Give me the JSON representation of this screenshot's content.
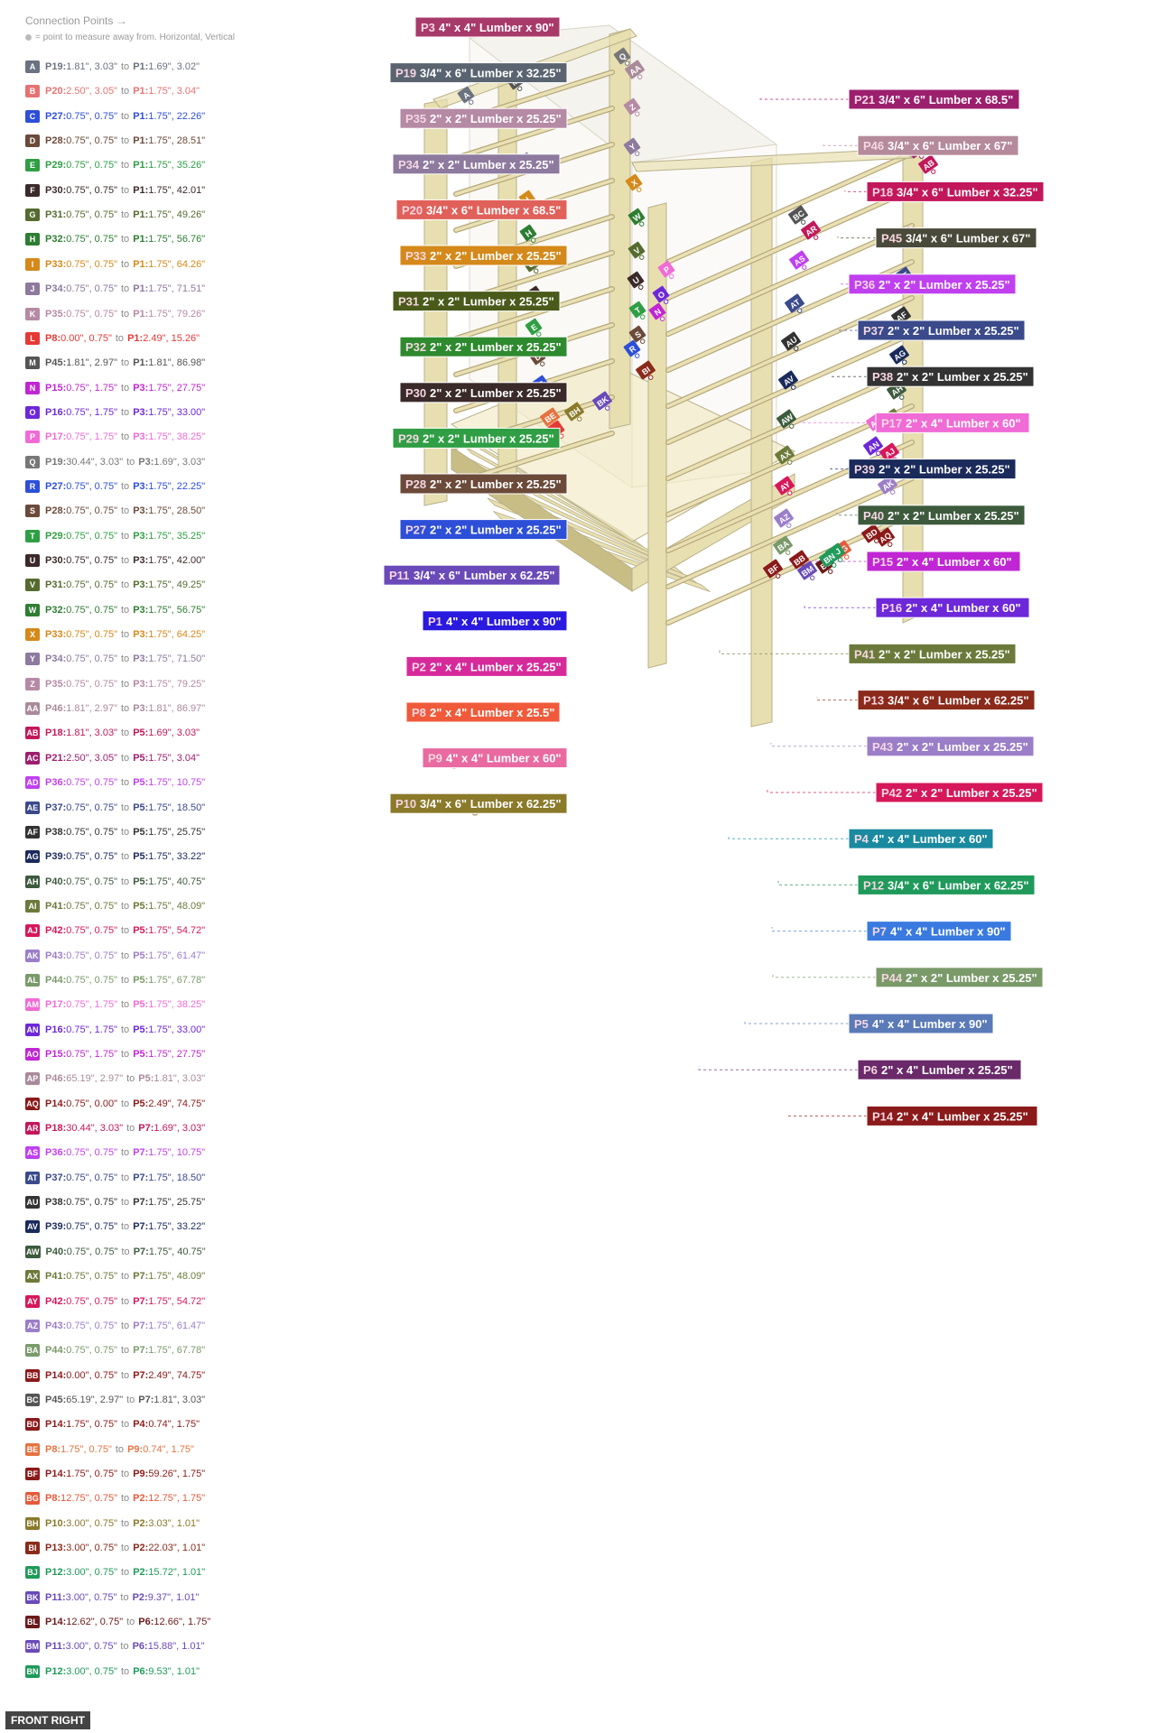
{
  "header": {
    "title": "Connection Points →",
    "note": "= point to measure away from. Horizontal, Vertical"
  },
  "view_label": "FRONT RIGHT",
  "connections": [
    {
      "id": "A",
      "color": "#6b7280",
      "a": "P19:",
      "av": " 1.81\", 3.03\"",
      "b": "P1:",
      "bv": " 1.69\", 3.02\""
    },
    {
      "id": "B",
      "color": "#e57373",
      "a": "P20:",
      "av": " 2.50\", 3.05\"",
      "b": "P1:",
      "bv": " 1.75\", 3.04\""
    },
    {
      "id": "C",
      "color": "#2d4fd8",
      "a": "P27:",
      "av": " 0.75\", 0.75\"",
      "b": "P1:",
      "bv": " 1.75\", 22.26\""
    },
    {
      "id": "D",
      "color": "#6b4a3a",
      "a": "P28:",
      "av": " 0.75\", 0.75\"",
      "b": "P1:",
      "bv": " 1.75\", 28.51\""
    },
    {
      "id": "E",
      "color": "#2f9e44",
      "a": "P29:",
      "av": " 0.75\", 0.75\"",
      "b": "P1:",
      "bv": " 1.75\", 35.26\""
    },
    {
      "id": "F",
      "color": "#3b2a2a",
      "a": "P30:",
      "av": " 0.75\", 0.75\"",
      "b": "P1:",
      "bv": " 1.75\", 42.01\""
    },
    {
      "id": "G",
      "color": "#556b2f",
      "a": "P31:",
      "av": " 0.75\", 0.75\"",
      "b": "P1:",
      "bv": " 1.75\", 49.26\""
    },
    {
      "id": "H",
      "color": "#2e7d32",
      "a": "P32:",
      "av": " 0.75\", 0.75\"",
      "b": "P1:",
      "bv": " 1.75\", 56.76\""
    },
    {
      "id": "I",
      "color": "#d4891a",
      "a": "P33:",
      "av": " 0.75\", 0.75\"",
      "b": "P1:",
      "bv": " 1.75\", 64.26\""
    },
    {
      "id": "J",
      "color": "#8d7a9e",
      "a": "P34:",
      "av": " 0.75\", 0.75\"",
      "b": "P1:",
      "bv": " 1.75\", 71.51\""
    },
    {
      "id": "K",
      "color": "#b58aa5",
      "a": "P35:",
      "av": " 0.75\", 0.75\"",
      "b": "P1:",
      "bv": " 1.75\", 79.26\""
    },
    {
      "id": "L",
      "color": "#e53935",
      "a": "P8:",
      "av": " 0.00\", 0.75\"",
      "b": "P1:",
      "bv": " 2.49\", 15.26\""
    },
    {
      "id": "M",
      "color": "#555555",
      "a": "P45:",
      "av": " 1.81\", 2.97\"",
      "b": "P1:",
      "bv": " 1.81\", 86.98\""
    },
    {
      "id": "N",
      "color": "#c026d3",
      "a": "P15:",
      "av": " 0.75\", 1.75\"",
      "b": "P3:",
      "bv": " 1.75\", 27.75\""
    },
    {
      "id": "O",
      "color": "#6d28d9",
      "a": "P16:",
      "av": " 0.75\", 1.75\"",
      "b": "P3:",
      "bv": " 1.75\", 33.00\""
    },
    {
      "id": "P",
      "color": "#f06bd5",
      "a": "P17:",
      "av": " 0.75\", 1.75\"",
      "b": "P3:",
      "bv": " 1.75\", 38.25\""
    },
    {
      "id": "Q",
      "color": "#777777",
      "a": "P19:",
      "av": " 30.44\", 3.03\"",
      "b": "P3:",
      "bv": " 1.69\", 3.03\""
    },
    {
      "id": "R",
      "color": "#2d4fd8",
      "a": "P27:",
      "av": " 0.75\", 0.75\"",
      "b": "P3:",
      "bv": " 1.75\", 22.25\""
    },
    {
      "id": "S",
      "color": "#6b4a3a",
      "a": "P28:",
      "av": " 0.75\", 0.75\"",
      "b": "P3:",
      "bv": " 1.75\", 28.50\""
    },
    {
      "id": "T",
      "color": "#2f9e44",
      "a": "P29:",
      "av": " 0.75\", 0.75\"",
      "b": "P3:",
      "bv": " 1.75\", 35.25\""
    },
    {
      "id": "U",
      "color": "#3b2a2a",
      "a": "P30:",
      "av": " 0.75\", 0.75\"",
      "b": "P3:",
      "bv": " 1.75\", 42.00\""
    },
    {
      "id": "V",
      "color": "#556b2f",
      "a": "P31:",
      "av": " 0.75\", 0.75\"",
      "b": "P3:",
      "bv": " 1.75\", 49.25\""
    },
    {
      "id": "W",
      "color": "#2e7d32",
      "a": "P32:",
      "av": " 0.75\", 0.75\"",
      "b": "P3:",
      "bv": " 1.75\", 56.75\""
    },
    {
      "id": "X",
      "color": "#d4891a",
      "a": "P33:",
      "av": " 0.75\", 0.75\"",
      "b": "P3:",
      "bv": " 1.75\", 64.25\""
    },
    {
      "id": "Y",
      "color": "#8d7a9e",
      "a": "P34:",
      "av": " 0.75\", 0.75\"",
      "b": "P3:",
      "bv": " 1.75\", 71.50\""
    },
    {
      "id": "Z",
      "color": "#b58aa5",
      "a": "P35:",
      "av": " 0.75\", 0.75\"",
      "b": "P3:",
      "bv": " 1.75\", 79.25\""
    },
    {
      "id": "AA",
      "color": "#a98a9a",
      "a": "P46:",
      "av": " 1.81\", 2.97\"",
      "b": "P3:",
      "bv": " 1.81\", 86.97\""
    },
    {
      "id": "AB",
      "color": "#c2185b",
      "a": "P18:",
      "av": " 1.81\", 3.03\"",
      "b": "P5:",
      "bv": " 1.69\", 3.03\""
    },
    {
      "id": "AC",
      "color": "#9c1f6e",
      "a": "P21:",
      "av": " 2.50\", 3.05\"",
      "b": "P5:",
      "bv": " 1.75\", 3.04\""
    },
    {
      "id": "AD",
      "color": "#c040f0",
      "a": "P36:",
      "av": " 0.75\", 0.75\"",
      "b": "P5:",
      "bv": " 1.75\", 10.75\""
    },
    {
      "id": "AE",
      "color": "#3a4a8a",
      "a": "P37:",
      "av": " 0.75\", 0.75\"",
      "b": "P5:",
      "bv": " 1.75\", 18.50\""
    },
    {
      "id": "AF",
      "color": "#333333",
      "a": "P38:",
      "av": " 0.75\", 0.75\"",
      "b": "P5:",
      "bv": " 1.75\", 25.75\""
    },
    {
      "id": "AG",
      "color": "#1a2a5a",
      "a": "P39:",
      "av": " 0.75\", 0.75\"",
      "b": "P5:",
      "bv": " 1.75\", 33.22\""
    },
    {
      "id": "AH",
      "color": "#3d5a3d",
      "a": "P40:",
      "av": " 0.75\", 0.75\"",
      "b": "P5:",
      "bv": " 1.75\", 40.75\""
    },
    {
      "id": "AI",
      "color": "#6b7a3a",
      "a": "P41:",
      "av": " 0.75\", 0.75\"",
      "b": "P5:",
      "bv": " 1.75\", 48.09\""
    },
    {
      "id": "AJ",
      "color": "#d6185b",
      "a": "P42:",
      "av": " 0.75\", 0.75\"",
      "b": "P5:",
      "bv": " 1.75\", 54.72\""
    },
    {
      "id": "AK",
      "color": "#9b7ec8",
      "a": "P43:",
      "av": " 0.75\", 0.75\"",
      "b": "P5:",
      "bv": " 1.75\", 61.47\""
    },
    {
      "id": "AL",
      "color": "#7a9a6a",
      "a": "P44:",
      "av": " 0.75\", 0.75\"",
      "b": "P5:",
      "bv": " 1.75\", 67.78\""
    },
    {
      "id": "AM",
      "color": "#f06bd5",
      "a": "P17:",
      "av": " 0.75\", 1.75\"",
      "b": "P5:",
      "bv": " 1.75\", 38.25\""
    },
    {
      "id": "AN",
      "color": "#6d28d9",
      "a": "P16:",
      "av": " 0.75\", 1.75\"",
      "b": "P5:",
      "bv": " 1.75\", 33.00\""
    },
    {
      "id": "AO",
      "color": "#c026d3",
      "a": "P15:",
      "av": " 0.75\", 1.75\"",
      "b": "P5:",
      "bv": " 1.75\", 27.75\""
    },
    {
      "id": "AP",
      "color": "#a98a9a",
      "a": "P46:",
      "av": " 65.19\", 2.97\"",
      "b": "P5:",
      "bv": " 1.81\", 3.03\""
    },
    {
      "id": "AQ",
      "color": "#8b1a1a",
      "a": "P14:",
      "av": " 0.75\", 0.00\"",
      "b": "P5:",
      "bv": " 2.49\", 74.75\""
    },
    {
      "id": "AR",
      "color": "#c2185b",
      "a": "P18:",
      "av": " 30.44\", 3.03\"",
      "b": "P7:",
      "bv": " 1.69\", 3.03\""
    },
    {
      "id": "AS",
      "color": "#c040f0",
      "a": "P36:",
      "av": " 0.75\", 0.75\"",
      "b": "P7:",
      "bv": " 1.75\", 10.75\""
    },
    {
      "id": "AT",
      "color": "#3a4a8a",
      "a": "P37:",
      "av": " 0.75\", 0.75\"",
      "b": "P7:",
      "bv": " 1.75\", 18.50\""
    },
    {
      "id": "AU",
      "color": "#333333",
      "a": "P38:",
      "av": " 0.75\", 0.75\"",
      "b": "P7:",
      "bv": " 1.75\", 25.75\""
    },
    {
      "id": "AV",
      "color": "#1a2a5a",
      "a": "P39:",
      "av": " 0.75\", 0.75\"",
      "b": "P7:",
      "bv": " 1.75\", 33.22\""
    },
    {
      "id": "AW",
      "color": "#3d5a3d",
      "a": "P40:",
      "av": " 0.75\", 0.75\"",
      "b": "P7:",
      "bv": " 1.75\", 40.75\""
    },
    {
      "id": "AX",
      "color": "#6b7a3a",
      "a": "P41:",
      "av": " 0.75\", 0.75\"",
      "b": "P7:",
      "bv": " 1.75\", 48.09\""
    },
    {
      "id": "AY",
      "color": "#d6185b",
      "a": "P42:",
      "av": " 0.75\", 0.75\"",
      "b": "P7:",
      "bv": " 1.75\", 54.72\""
    },
    {
      "id": "AZ",
      "color": "#9b7ec8",
      "a": "P43:",
      "av": " 0.75\", 0.75\"",
      "b": "P7:",
      "bv": " 1.75\", 61.47\""
    },
    {
      "id": "BA",
      "color": "#7a9a6a",
      "a": "P44:",
      "av": " 0.75\", 0.75\"",
      "b": "P7:",
      "bv": " 1.75\", 67.78\""
    },
    {
      "id": "BB",
      "color": "#8b1a1a",
      "a": "P14:",
      "av": " 0.00\", 0.75\"",
      "b": "P7:",
      "bv": " 2.49\", 74.75\""
    },
    {
      "id": "BC",
      "color": "#555555",
      "a": "P45:",
      "av": " 65.19\", 2.97\"",
      "b": "P7:",
      "bv": " 1.81\", 3.03\""
    },
    {
      "id": "BD",
      "color": "#8b1a1a",
      "a": "P14:",
      "av": " 1.75\", 0.75\"",
      "b": "P4:",
      "bv": " 0.74\", 1.75\""
    },
    {
      "id": "BE",
      "color": "#e57340",
      "a": "P8:",
      "av": " 1.75\", 0.75\"",
      "b": "P9:",
      "bv": " 0.74\", 1.75\""
    },
    {
      "id": "BF",
      "color": "#8b1a1a",
      "a": "P14:",
      "av": " 1.75\", 0.75\"",
      "b": "P9:",
      "bv": " 59.26\", 1.75\""
    },
    {
      "id": "BG",
      "color": "#e55a3a",
      "a": "P8:",
      "av": " 12.75\", 0.75\"",
      "b": "P2:",
      "bv": " 12.75\", 1.75\""
    },
    {
      "id": "BH",
      "color": "#8a7a2a",
      "a": "P10:",
      "av": " 3.00\", 0.75\"",
      "b": "P2:",
      "bv": " 3.03\", 1.01\""
    },
    {
      "id": "BI",
      "color": "#8b2a1a",
      "a": "P13:",
      "av": " 3.00\", 0.75\"",
      "b": "P2:",
      "bv": " 22.03\", 1.01\""
    },
    {
      "id": "BJ",
      "color": "#1f9a5a",
      "a": "P12:",
      "av": " 3.00\", 0.75\"",
      "b": "P2:",
      "bv": " 15.72\", 1.01\""
    },
    {
      "id": "BK",
      "color": "#6a4ab8",
      "a": "P11:",
      "av": " 3.00\", 0.75\"",
      "b": "P2:",
      "bv": " 9.37\", 1.01\""
    },
    {
      "id": "BL",
      "color": "#6b1a1a",
      "a": "P14:",
      "av": " 12.62\", 0.75\"",
      "b": "P6:",
      "bv": " 12.66\", 1.75\""
    },
    {
      "id": "BM",
      "color": "#6a4ab8",
      "a": "P11:",
      "av": " 3.00\", 0.75\"",
      "b": "P6:",
      "bv": " 15.88\", 1.01\""
    },
    {
      "id": "BN",
      "color": "#1f9a5a",
      "a": "P12:",
      "av": " 3.00\", 0.75\"",
      "b": "P6:",
      "bv": " 9.53\", 1.01\""
    }
  ],
  "part_labels": [
    {
      "id": "P3",
      "text": "4\" x 4\" Lumber x 90\"",
      "color": "#a83a6a",
      "side": "left",
      "dot": "#b45a84"
    },
    {
      "id": "P19",
      "text": "3/4\" x 6\" Lumber x 32.25\"",
      "color": "#5a6470",
      "side": "left",
      "dot": "#8a949e"
    },
    {
      "id": "P35",
      "text": "2\" x 2\" Lumber x 25.25\"",
      "color": "#b58aa5",
      "side": "left",
      "dot": "#c7a3bb"
    },
    {
      "id": "P34",
      "text": "2\" x 2\" Lumber x 25.25\"",
      "color": "#8d7a9e",
      "side": "left",
      "dot": "#a796b4"
    },
    {
      "id": "P20",
      "text": "3/4\" x 6\" Lumber x 68.5\"",
      "color": "#e0605a",
      "side": "left",
      "dot": "#ea8e88"
    },
    {
      "id": "P33",
      "text": "2\" x 2\" Lumber x 25.25\"",
      "color": "#d4891a",
      "side": "left",
      "dot": "#e0a85a"
    },
    {
      "id": "P31",
      "text": "2\" x 2\" Lumber x 25.25\"",
      "color": "#4a5a1a",
      "side": "left",
      "dot": "#7a8a4a"
    },
    {
      "id": "P32",
      "text": "2\" x 2\" Lumber x 25.25\"",
      "color": "#2e8a2e",
      "side": "left",
      "dot": "#6aba6a"
    },
    {
      "id": "P30",
      "text": "2\" x 2\" Lumber x 25.25\"",
      "color": "#3b2a2a",
      "side": "left",
      "dot": "#7a6a6a"
    },
    {
      "id": "P29",
      "text": "2\" x 2\" Lumber x 25.25\"",
      "color": "#2f9e44",
      "side": "left",
      "dot": "#6ac07a"
    },
    {
      "id": "P28",
      "text": "2\" x 2\" Lumber x 25.25\"",
      "color": "#6b4a3a",
      "side": "left",
      "dot": "#9a7a6a"
    },
    {
      "id": "P27",
      "text": "2\" x 2\" Lumber x 25.25\"",
      "color": "#2d4fd8",
      "side": "left",
      "dot": "#6a84e8"
    },
    {
      "id": "P11",
      "text": "3/4\" x 6\" Lumber x 62.25\"",
      "color": "#6a4ab8",
      "side": "left",
      "dot": "#9a82d0"
    },
    {
      "id": "P1",
      "text": "4\" x 4\" Lumber x 90\"",
      "color": "#2a1ae0",
      "side": "left",
      "dot": "#6a5ef0"
    },
    {
      "id": "P2",
      "text": "2\" x 4\" Lumber x 25.25\"",
      "color": "#d62a9a",
      "side": "left",
      "dot": "#e06ab8"
    },
    {
      "id": "P8",
      "text": "2\" x 4\" Lumber x 25.5\"",
      "color": "#f05a3a",
      "side": "left",
      "dot": "#f48a74"
    },
    {
      "id": "P9",
      "text": "4\" x 4\" Lumber x 60\"",
      "color": "#e86aa0",
      "side": "left",
      "dot": "#f09ac0"
    },
    {
      "id": "P10",
      "text": "3/4\" x 6\" Lumber x 62.25\"",
      "color": "#8a7a2a",
      "side": "left",
      "dot": "#b0a46a"
    },
    {
      "id": "P21",
      "text": "3/4\" x 6\" Lumber x 68.5\"",
      "color": "#9c1f6e",
      "side": "right",
      "dot": "#c05a98"
    },
    {
      "id": "P46",
      "text": "3/4\" x 6\" Lumber x 67\"",
      "color": "#b58a9a",
      "side": "right",
      "dot": "#cba8b5"
    },
    {
      "id": "P18",
      "text": "3/4\" x 6\" Lumber x 32.25\"",
      "color": "#c2185b",
      "side": "right",
      "dot": "#d85a8a"
    },
    {
      "id": "P45",
      "text": "3/4\" x 6\" Lumber x 67\"",
      "color": "#4a4a3a",
      "side": "right",
      "dot": "#80806a"
    },
    {
      "id": "P36",
      "text": "2\" x 2\" Lumber x 25.25\"",
      "color": "#c040f0",
      "side": "right",
      "dot": "#d47af4"
    },
    {
      "id": "P37",
      "text": "2\" x 2\" Lumber x 25.25\"",
      "color": "#3a4a8a",
      "side": "right",
      "dot": "#7080b4"
    },
    {
      "id": "P38",
      "text": "2\" x 2\" Lumber x 25.25\"",
      "color": "#333333",
      "side": "right",
      "dot": "#777777"
    },
    {
      "id": "P17",
      "text": "2\" x 4\" Lumber  x 60\"",
      "color": "#f06bd5",
      "side": "right",
      "dot": "#f49ae2"
    },
    {
      "id": "P39",
      "text": "2\" x 2\" Lumber x 25.25\"",
      "color": "#1a2a5a",
      "side": "right",
      "dot": "#5a6a9a"
    },
    {
      "id": "P40",
      "text": "2\" x 2\" Lumber x 25.25\"",
      "color": "#3d5a3d",
      "side": "right",
      "dot": "#7a967a"
    },
    {
      "id": "P15",
      "text": "2\" x 4\" Lumber  x 60\"",
      "color": "#c026d3",
      "side": "right",
      "dot": "#d46ae0"
    },
    {
      "id": "P16",
      "text": "2\" x 4\" Lumber  x 60\"",
      "color": "#6d28d9",
      "side": "right",
      "dot": "#9a6ae6"
    },
    {
      "id": "P41",
      "text": "2\" x 2\" Lumber x 25.25\"",
      "color": "#6b7a3a",
      "side": "right",
      "dot": "#9aa474"
    },
    {
      "id": "P13",
      "text": "3/4\" x 6\" Lumber x 62.25\"",
      "color": "#8b2a1a",
      "side": "right",
      "dot": "#b4685a"
    },
    {
      "id": "P43",
      "text": "2\" x 2\" Lumber x 25.25\"",
      "color": "#9b7ec8",
      "side": "right",
      "dot": "#b8a2d8"
    },
    {
      "id": "P42",
      "text": "2\" x 2\" Lumber x 25.25\"",
      "color": "#d6185b",
      "side": "right",
      "dot": "#e45a8a"
    },
    {
      "id": "P4",
      "text": "4\" x 4\" Lumber x 60\"",
      "color": "#1a8aa0",
      "side": "right",
      "dot": "#5ab0c0"
    },
    {
      "id": "P12",
      "text": "3/4\" x 6\" Lumber x 62.25\"",
      "color": "#1f9a5a",
      "side": "right",
      "dot": "#5ab888"
    },
    {
      "id": "P7",
      "text": "4\" x 4\" Lumber x 90\"",
      "color": "#3a7ae0",
      "side": "right",
      "dot": "#74a2ea"
    },
    {
      "id": "P44",
      "text": "2\" x 2\" Lumber x 25.25\"",
      "color": "#7a9a6a",
      "side": "right",
      "dot": "#a2ba96"
    },
    {
      "id": "P5",
      "text": "4\" x 4\" Lumber x 90\"",
      "color": "#5a7ab8",
      "side": "right",
      "dot": "#8ca2d0"
    },
    {
      "id": "P6",
      "text": "2\" x 4\" Lumber  x 25.25\"",
      "color": "#6a2a6a",
      "side": "right",
      "dot": "#9a6a9a"
    },
    {
      "id": "P14",
      "text": "2\" x 4\" Lumber  x 25.25\"",
      "color": "#8b1a1a",
      "side": "right",
      "dot": "#b45a5a"
    }
  ]
}
